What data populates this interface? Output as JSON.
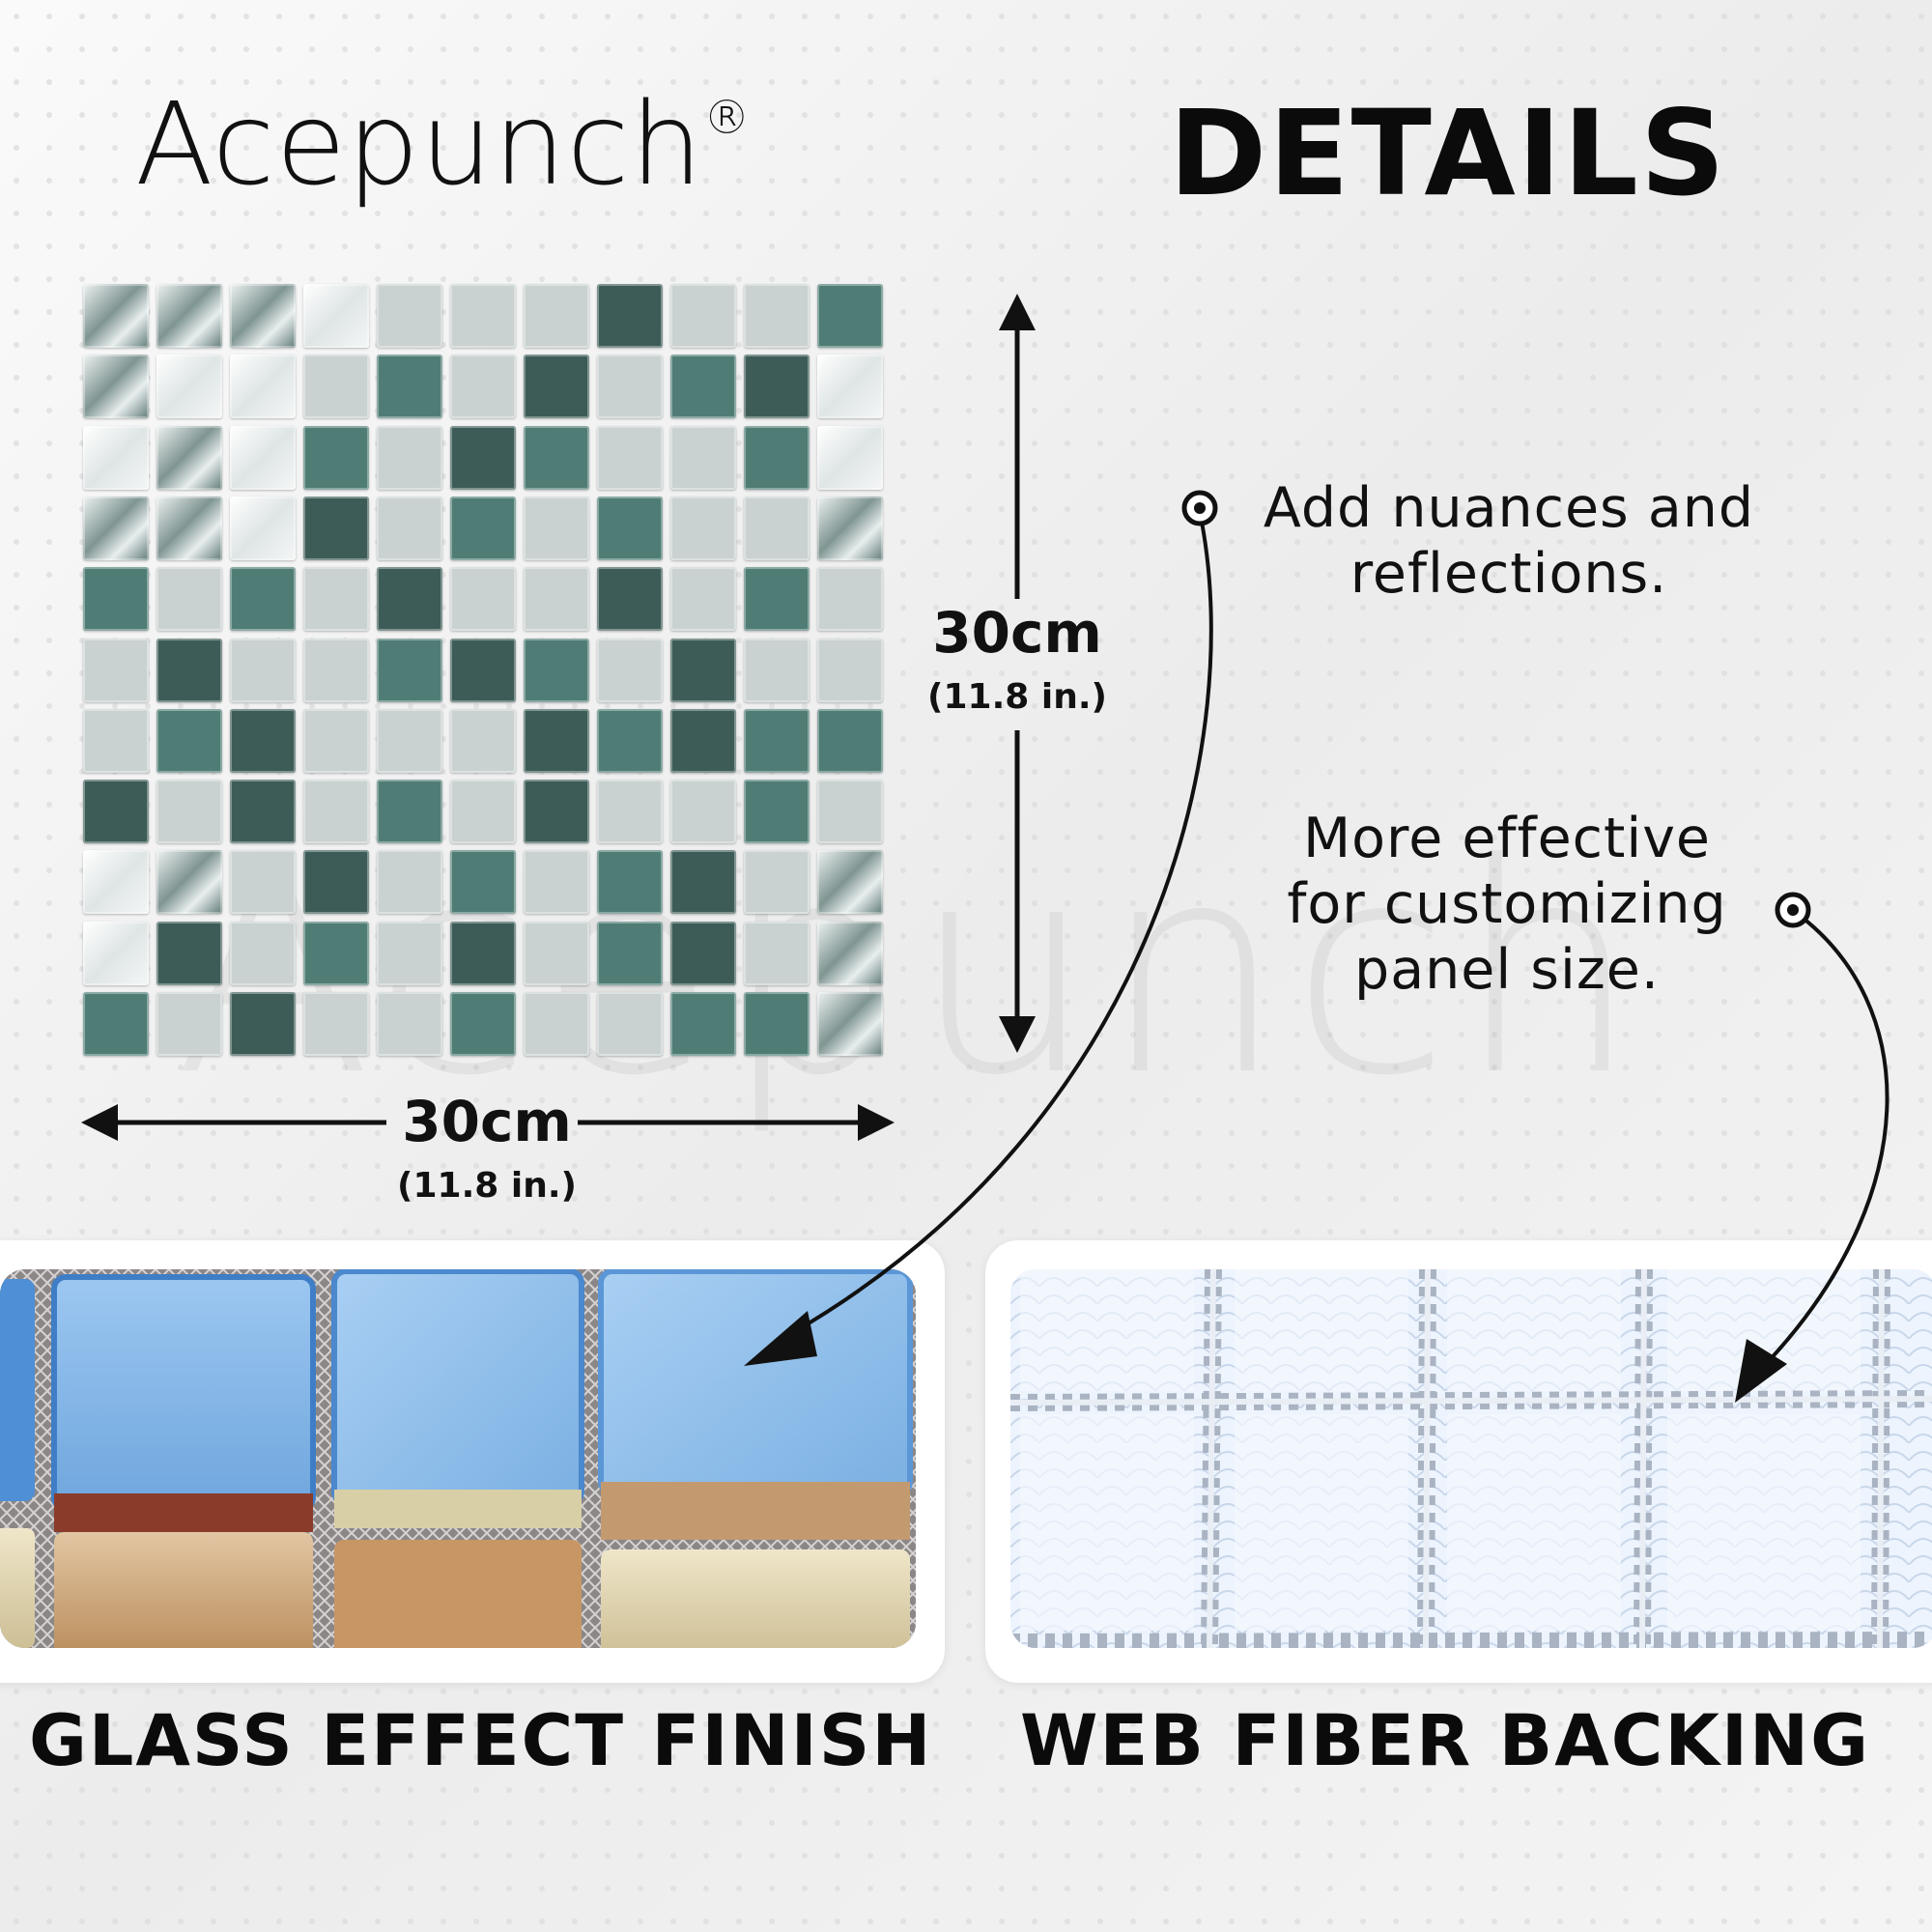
{
  "brand": {
    "name": "Acepunch",
    "mark": "®"
  },
  "heading": "DETAILS",
  "watermark": "Acepunch",
  "dimensions": {
    "height": {
      "value": "30cm",
      "sub": "(11.8  in.)"
    },
    "width": {
      "value": "30cm",
      "sub": "(11.8  in.)"
    }
  },
  "callouts": {
    "reflections": [
      "Add nuances and",
      "reflections."
    ],
    "customizing": [
      "More effective",
      "for customizing",
      "panel size."
    ]
  },
  "features": {
    "glass": "GLASS EFFECT FINISH",
    "backing": "WEB FIBER BACKING"
  },
  "colors": {
    "background": "#f1f1f1",
    "dark_teal": "#3d5c57",
    "teal": "#4f7d75",
    "light_gray": "#c9d1d1",
    "pale": "#e4e8e8",
    "glass_blue": "#7fb2e6",
    "glass_amber": "#c9a47a",
    "mesh": "#dbe6f3"
  },
  "icons": {
    "arrow": "double-headed-arrow",
    "pointer": "curved-arrow",
    "bullet": "ring-dot"
  }
}
